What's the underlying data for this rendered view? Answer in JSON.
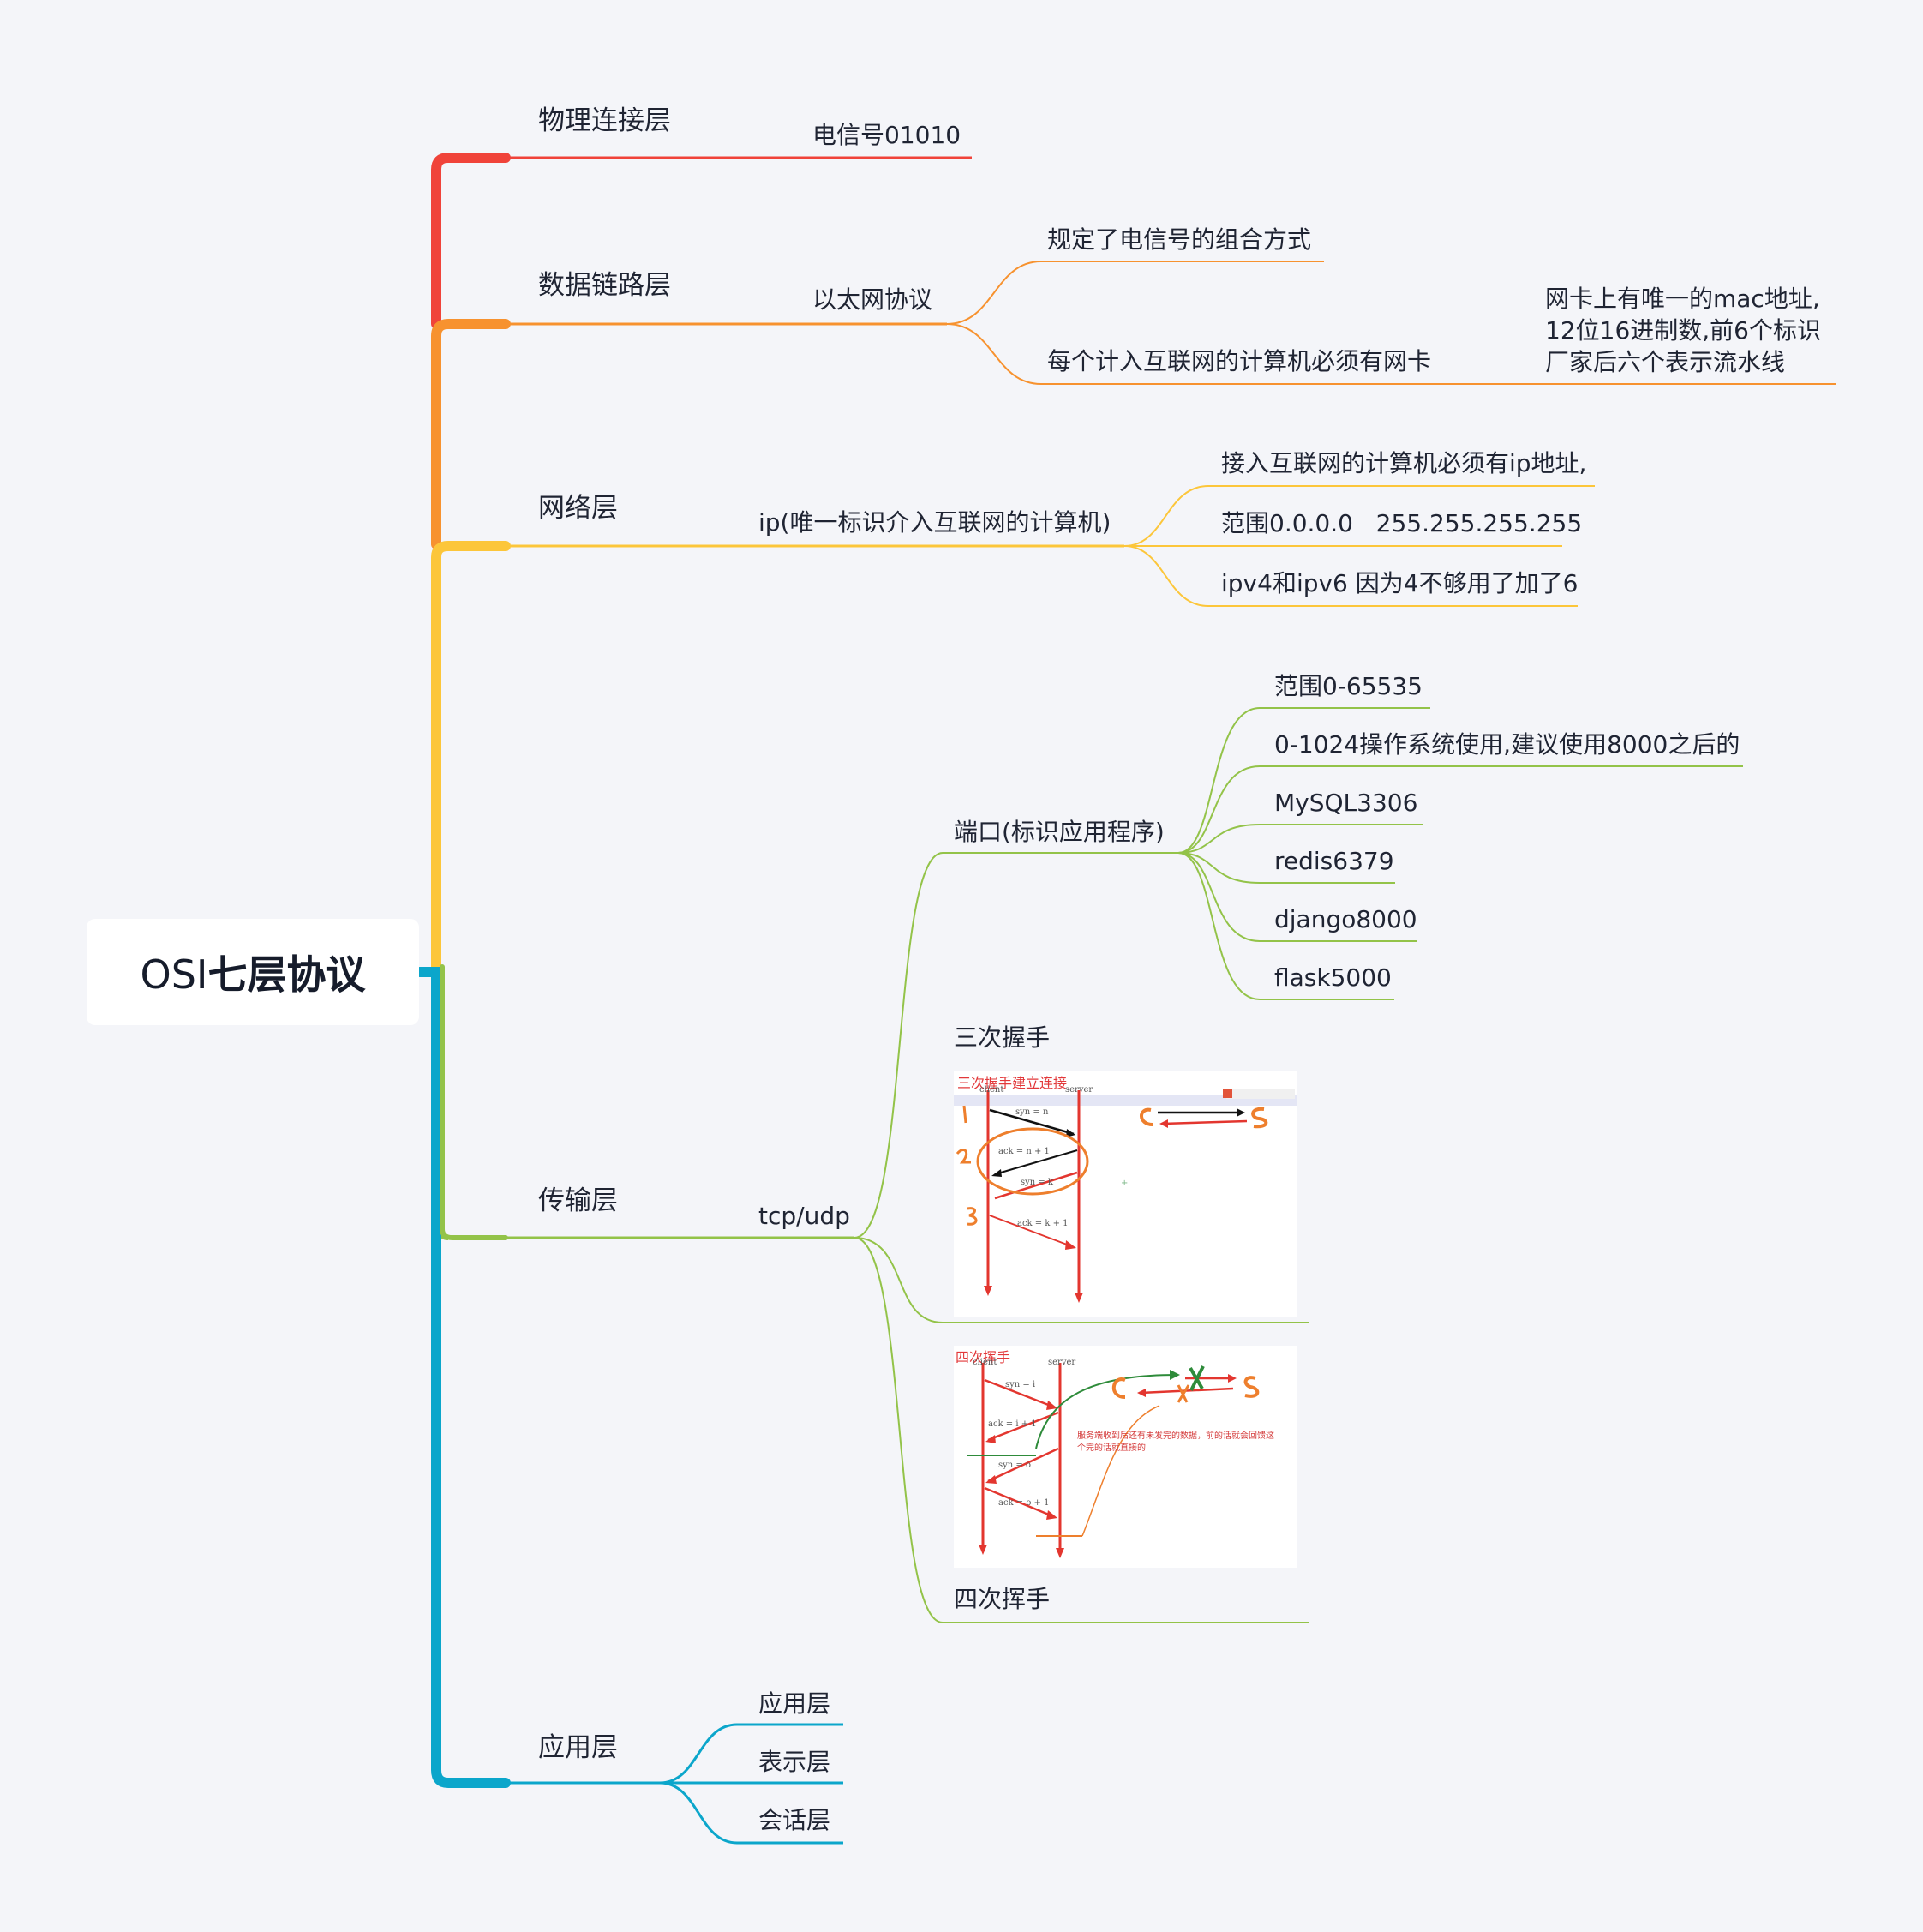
{
  "root": {
    "title_prefix": "OSI",
    "title_bold": "七层协议"
  },
  "colors": {
    "physical": "#f0433a",
    "datalink": "#f7922f",
    "network": "#fcc63a",
    "transport": "#93c349",
    "application": "#0ba6cb",
    "background": "#f4f5f9"
  },
  "layers": {
    "physical": {
      "label": "物理连接层",
      "children": [
        "电信号01010"
      ]
    },
    "datalink": {
      "label": "数据链路层",
      "child": "以太网协议",
      "details": [
        "规定了电信号的组合方式",
        "每个计入互联网的计算机必须有网卡"
      ],
      "note_lines": [
        "网卡上有唯一的mac地址,",
        "12位16进制数,前6个标识",
        "厂家后六个表示流水线"
      ]
    },
    "network": {
      "label": "网络层",
      "child": "ip(唯一标识介入互联网的计算机)",
      "details": [
        "接入互联网的计算机必须有ip地址,",
        "范围0.0.0.0   255.255.255.255",
        "ipv4和ipv6 因为4不够用了加了6"
      ]
    },
    "transport": {
      "label": "传输层",
      "child": "tcp/udp",
      "port": {
        "label": "端口(标识应用程序)",
        "items": [
          "范围0-65535",
          "0-1024操作系统使用,建议使用8000之后的",
          "MySQL3306",
          "redis6379",
          "django8000",
          "flask5000"
        ]
      },
      "handshake": {
        "label": "三次握手",
        "image_title": "三次握手建立连接",
        "client": "client",
        "server": "server",
        "msgs": [
          "syn = n",
          "ack = n + 1",
          "syn = k",
          "ack = k + 1"
        ],
        "steps": [
          "1",
          "2",
          "3"
        ],
        "cs": [
          "C",
          "S"
        ]
      },
      "wave": {
        "label": "四次挥手",
        "image_title": "四次挥手",
        "client": "client",
        "server": "server",
        "msgs": [
          "syn = i",
          "ack = i + 1",
          "syn = o",
          "ack = o + 1"
        ],
        "note_lines": [
          "服务端收到后还有未发完的数据，前的话就会回馈这",
          "个完的话就直接的"
        ],
        "cs": [
          "C",
          "S"
        ]
      }
    },
    "application": {
      "label": "应用层",
      "children": [
        "应用层",
        "表示层",
        "会话层"
      ]
    }
  }
}
